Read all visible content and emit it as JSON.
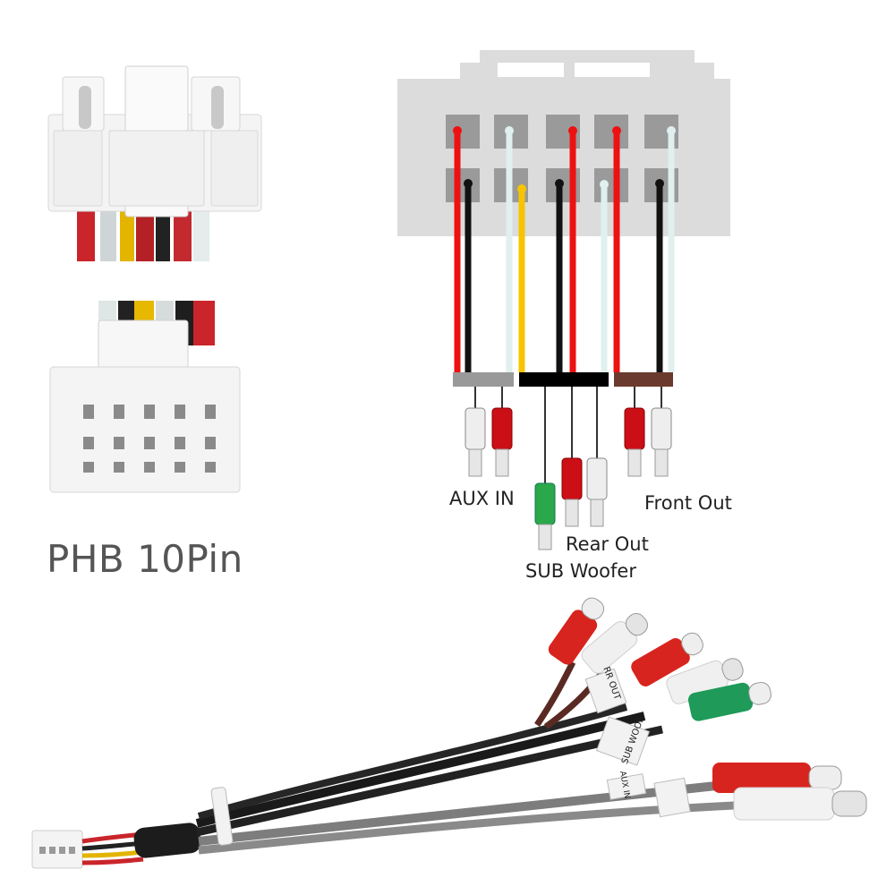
{
  "title": "PHB 10Pin",
  "labels": {
    "aux_in": "AUX IN",
    "front_out": "Front Out",
    "rear_out": "Rear Out",
    "sub_woofer": "SUB Woofer"
  },
  "cable_tags": {
    "rr_out": "RR OUT",
    "sub_woof": "SUB WOOF",
    "aux_in_tag": "AUX IN"
  },
  "colors": {
    "red": "#ee1111",
    "white": "#dff0ee",
    "black": "#111111",
    "yellow": "#f6c400",
    "green": "#2aa84a",
    "aux_bar": "#999999",
    "rear_bar": "#000000",
    "front_bar": "#6b3a2e",
    "connector_body": "#dcdcdc",
    "pin_cell": "#9a9a9a"
  }
}
